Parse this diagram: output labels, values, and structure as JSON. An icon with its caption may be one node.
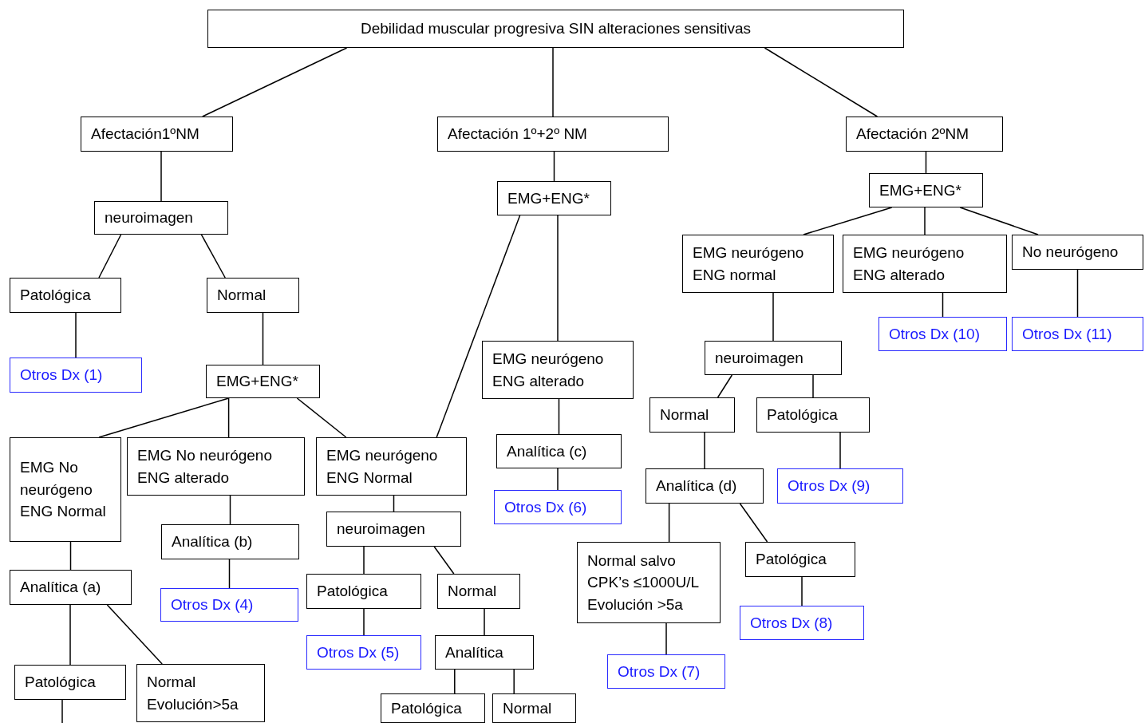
{
  "diagram": {
    "nodes": [
      {
        "text": [
          "Debilidad muscular progresiva SIN alteraciones sensitivas"
        ]
      },
      {
        "text": [
          "Afectación1ºNM"
        ]
      },
      {
        "text": [
          "Afectación 1º+2º NM"
        ]
      },
      {
        "text": [
          "Afectación 2ºNM"
        ]
      },
      {
        "text": [
          "neuroimagen"
        ]
      },
      {
        "text": [
          "Patológica"
        ]
      },
      {
        "text": [
          "Normal"
        ]
      },
      {
        "text": [
          "Otros Dx (1)"
        ]
      },
      {
        "text": [
          "EMG+ENG*"
        ]
      },
      {
        "text": [
          "EMG No neurógeno ENG Normal"
        ]
      },
      {
        "text": [
          "EMG No neurógeno ENG alterado"
        ]
      },
      {
        "text": [
          "EMG neurógeno ENG Normal"
        ]
      },
      {
        "text": [
          "Analítica (a)"
        ]
      },
      {
        "text": [
          "Analítica (b)"
        ]
      },
      {
        "text": [
          "Otros Dx (4)"
        ]
      },
      {
        "text": [
          "neuroimagen"
        ]
      },
      {
        "text": [
          "Patológica"
        ]
      },
      {
        "text": [
          "Normal"
        ]
      },
      {
        "text": [
          "Otros Dx (5)"
        ]
      },
      {
        "text": [
          "Analítica"
        ]
      },
      {
        "text": [
          "Patológica"
        ]
      },
      {
        "text": [
          "Normal"
        ]
      },
      {
        "text": [
          "Patológica"
        ]
      },
      {
        "text": [
          "Normal Evolución>5a"
        ]
      },
      {
        "text": [
          "EMG+ENG*"
        ]
      },
      {
        "text": [
          "EMG neurógeno ENG alterado"
        ]
      },
      {
        "text": [
          "Analítica (c)"
        ]
      },
      {
        "text": [
          "Otros Dx (6)"
        ]
      },
      {
        "text": [
          "EMG+ENG*"
        ]
      },
      {
        "text": [
          "EMG neurógeno ENG normal"
        ]
      },
      {
        "text": [
          "EMG neurógeno ENG alterado"
        ]
      },
      {
        "text": [
          "No neurógeno"
        ]
      },
      {
        "text": [
          "Otros Dx (10)"
        ]
      },
      {
        "text": [
          "Otros Dx (11)"
        ]
      },
      {
        "text": [
          "neuroimagen"
        ]
      },
      {
        "text": [
          "Normal"
        ]
      },
      {
        "text": [
          "Patológica"
        ]
      },
      {
        "text": [
          "Analítica (d)"
        ]
      },
      {
        "text": [
          "Otros Dx (9)"
        ]
      },
      {
        "text": [
          "Normal salvo CPK’s ≤1000U/L Evolución >5a"
        ]
      },
      {
        "text": [
          "Patológica"
        ]
      },
      {
        "text": [
          "Otros Dx (8)"
        ]
      },
      {
        "text": [
          "Otros Dx (7)"
        ]
      }
    ],
    "edges": [
      {
        "from": 0,
        "to": 1,
        "arrow": "none"
      },
      {
        "from": 0,
        "to": 2,
        "arrow": "none"
      },
      {
        "from": 0,
        "to": 3,
        "arrow": "none"
      },
      {
        "from": 1,
        "to": 4,
        "arrow": "none"
      },
      {
        "from": 4,
        "to": 5,
        "arrow": "none"
      },
      {
        "from": 4,
        "to": 6,
        "arrow": "none"
      },
      {
        "from": 5,
        "to": 7,
        "arrow": "none"
      },
      {
        "from": 6,
        "to": 8,
        "arrow": "none"
      },
      {
        "from": 8,
        "to": 9,
        "arrow": "none"
      },
      {
        "from": 8,
        "to": 10,
        "arrow": "none"
      },
      {
        "from": 8,
        "to": 11,
        "arrow": "none"
      },
      {
        "from": 9,
        "to": 12,
        "arrow": "none"
      },
      {
        "from": 10,
        "to": 13,
        "arrow": "none"
      },
      {
        "from": 13,
        "to": 14,
        "arrow": "none"
      },
      {
        "from": 11,
        "to": 15,
        "arrow": "none"
      },
      {
        "from": 15,
        "to": 16,
        "arrow": "none"
      },
      {
        "from": 15,
        "to": 17,
        "arrow": "none"
      },
      {
        "from": 16,
        "to": 18,
        "arrow": "none"
      },
      {
        "from": 17,
        "to": 19,
        "arrow": "none"
      },
      {
        "from": 19,
        "to": 20,
        "arrow": "none"
      },
      {
        "from": 19,
        "to": 21,
        "arrow": "none"
      },
      {
        "from": 12,
        "to": 22,
        "arrow": "none"
      },
      {
        "from": 12,
        "to": 23,
        "arrow": "none"
      },
      {
        "from": 22,
        "to": null,
        "arrow": "none"
      },
      {
        "from": 2,
        "to": 24,
        "arrow": "none"
      },
      {
        "from": 24,
        "to": 11,
        "arrow": "none"
      },
      {
        "from": 24,
        "to": 25,
        "arrow": "none"
      },
      {
        "from": 25,
        "to": 26,
        "arrow": "none"
      },
      {
        "from": 26,
        "to": 27,
        "arrow": "none"
      },
      {
        "from": 3,
        "to": 28,
        "arrow": "none"
      },
      {
        "from": 28,
        "to": 29,
        "arrow": "none"
      },
      {
        "from": 28,
        "to": 30,
        "arrow": "none"
      },
      {
        "from": 28,
        "to": 31,
        "arrow": "none"
      },
      {
        "from": 30,
        "to": 32,
        "arrow": "none"
      },
      {
        "from": 31,
        "to": 33,
        "arrow": "none"
      },
      {
        "from": 29,
        "to": 34,
        "arrow": "none"
      },
      {
        "from": 34,
        "to": 35,
        "arrow": "none"
      },
      {
        "from": 34,
        "to": 36,
        "arrow": "none"
      },
      {
        "from": 36,
        "to": 38,
        "arrow": "none"
      },
      {
        "from": 35,
        "to": 37,
        "arrow": "none"
      },
      {
        "from": 37,
        "to": 39,
        "arrow": "none"
      },
      {
        "from": 37,
        "to": 40,
        "arrow": "none"
      },
      {
        "from": 40,
        "to": 41,
        "arrow": "none"
      },
      {
        "from": 39,
        "to": 42,
        "arrow": "none"
      }
    ]
  }
}
